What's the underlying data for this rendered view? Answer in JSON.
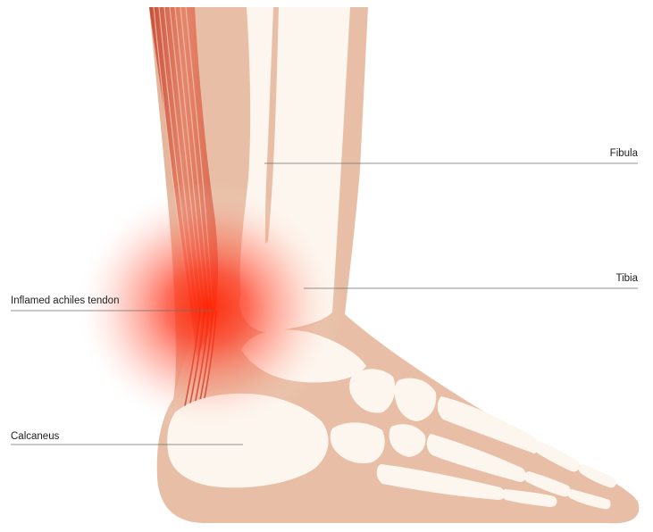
{
  "labels": {
    "fibula": "Fibula",
    "tibia": "Tibia",
    "achilles": "Inflamed achiles tendon",
    "calcaneus": "Calcaneus"
  },
  "colors": {
    "skin": "#e8bfa6",
    "skin_dark": "#ddac93",
    "bone": "#fdf6ee",
    "muscle": "#e2826a",
    "muscle_dark": "#c95a45",
    "inflammation": "#ff2d14",
    "leader_line": "#6e6e6e"
  }
}
